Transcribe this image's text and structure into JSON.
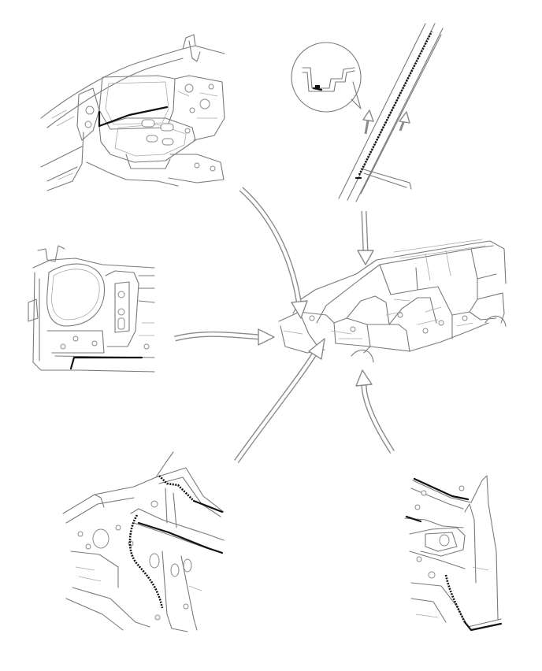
{
  "figure": {
    "panels": [
      {
        "id": "upper-left",
        "subject": "front-panel-upper-detail"
      },
      {
        "id": "upper-right",
        "subject": "roof-rail-seam-detail",
        "has_cross_section": true
      },
      {
        "id": "middle-left",
        "subject": "cowl-side-detail"
      },
      {
        "id": "center",
        "subject": "body-in-white"
      },
      {
        "id": "lower-left",
        "subject": "center-pillar-detail"
      },
      {
        "id": "lower-right",
        "subject": "rear-pillar-detail"
      }
    ],
    "arrows": [
      "upper-left-to-body",
      "upper-right-to-body",
      "middle-left-to-body",
      "lower-left-to-body",
      "lower-right-to-body"
    ],
    "colors": {
      "linework": "#7a7a7a",
      "sealer": "#111111",
      "arrow": "#8a8a8a",
      "background": "#ffffff"
    }
  }
}
